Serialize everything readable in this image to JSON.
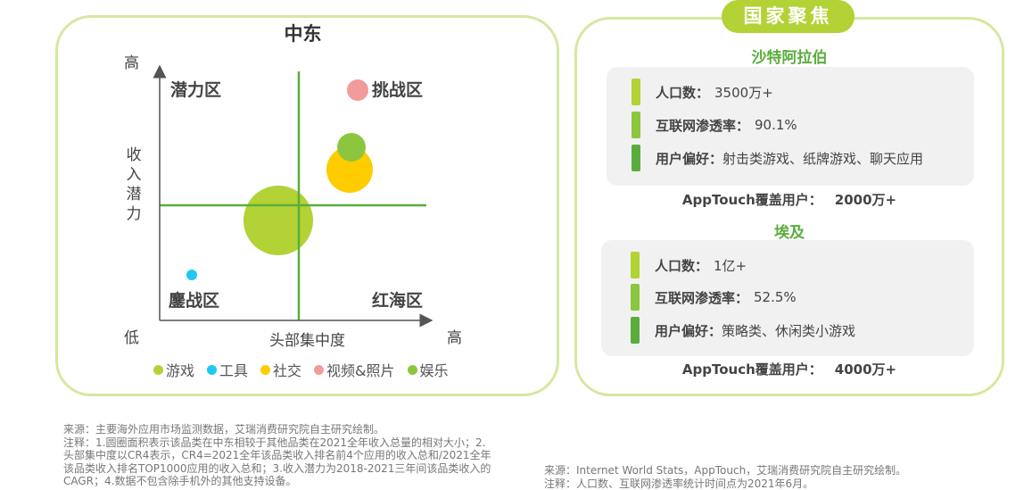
{
  "chart_data": {
    "type": "scatter",
    "subtype": "bubble-quadrant",
    "title": "中东",
    "xlabel": "头部集中度",
    "ylabel": "收入潜力",
    "x_axis_labels": {
      "low": "低",
      "high": "高"
    },
    "y_axis_labels": {
      "low": "低",
      "high": "高"
    },
    "quadrants": {
      "top_left": "潜力区",
      "top_right": "挑战区",
      "bottom_left": "鏖战区",
      "bottom_right": "红海区"
    },
    "xlim": [
      0,
      100
    ],
    "ylim": [
      0,
      100
    ],
    "dividers": {
      "x": 52,
      "y": 45
    },
    "legend_position": "bottom",
    "grid": false,
    "series": [
      {
        "name": "游戏",
        "color": "#b2d235",
        "x": 45,
        "y": 39,
        "size": 39
      },
      {
        "name": "工具",
        "color": "#1ec8f0",
        "x": 12,
        "y": 17,
        "size": 6
      },
      {
        "name": "社交",
        "color": "#ffcc00",
        "x": 72,
        "y": 57,
        "size": 26
      },
      {
        "name": "视频&照片",
        "color": "#f29b9b",
        "x": 74,
        "y": 91,
        "size": 12
      },
      {
        "name": "娱乐",
        "color": "#8cc63f",
        "x": 72,
        "y": 65,
        "size": 16
      }
    ]
  },
  "left": {
    "title": "中东",
    "y_high": "高",
    "y_low": "低",
    "x_high": "高",
    "x_label": "头部集中度",
    "y_label_chars": [
      "收",
      "入",
      "潜",
      "力"
    ],
    "quadrants": {
      "potential": "潜力区",
      "challenge": "挑战区",
      "battle": "鏖战区",
      "red_sea": "红海区"
    },
    "legend": [
      {
        "label": "游戏",
        "color": "#b2d235"
      },
      {
        "label": "工具",
        "color": "#1ec8f0"
      },
      {
        "label": "社交",
        "color": "#ffcc00"
      },
      {
        "label": "视频&照片",
        "color": "#f29b9b"
      },
      {
        "label": "娱乐",
        "color": "#8cc63f"
      }
    ]
  },
  "right": {
    "badge": "国家聚焦",
    "countries": [
      {
        "name": "沙特阿拉伯",
        "rows": [
          {
            "key": "人口数：",
            "value": "3500万+",
            "color": "#b2d235"
          },
          {
            "key": "互联网渗透率：",
            "value": "90.1%",
            "color": "#8cc63f"
          },
          {
            "key": "用户偏好：",
            "value": "射击类游戏、纸牌游戏、聊天应用",
            "color": "#5aad3c"
          }
        ],
        "apptouch_label": "AppTouch覆盖用户：",
        "apptouch_value": "2000万+"
      },
      {
        "name": "埃及",
        "rows": [
          {
            "key": "人口数：",
            "value": "1亿+",
            "color": "#b2d235"
          },
          {
            "key": "互联网渗透率：",
            "value": "52.5%",
            "color": "#8cc63f"
          },
          {
            "key": "用户偏好：",
            "value": "策略类、休闲类小游戏",
            "color": "#5aad3c"
          }
        ],
        "apptouch_label": "AppTouch覆盖用户：",
        "apptouch_value": "4000万+"
      }
    ]
  },
  "footnotes": {
    "left": [
      "来源：主要海外应用市场监测数据，艾瑞消费研究院自主研究绘制。",
      "注释：1.圆圈面积表示该品类在中东相较于其他品类在2021全年收入总量的相对大小；2.",
      "头部集中度以CR4表示，CR4=2021全年该品类收入排名前4个应用的收入总和/2021全年",
      "该品类收入排名TOP1000应用的收入总和；3.收入潜力为2018-2021三年间该品类收入的",
      "CAGR；4.数据不包含除手机外的其他支持设备。"
    ],
    "right": [
      "来源：Internet World Stats，AppTouch，艾瑞消费研究院自主研究绘制。",
      "注释：人口数、互联网渗透率统计时间点为2021年6月。"
    ]
  }
}
